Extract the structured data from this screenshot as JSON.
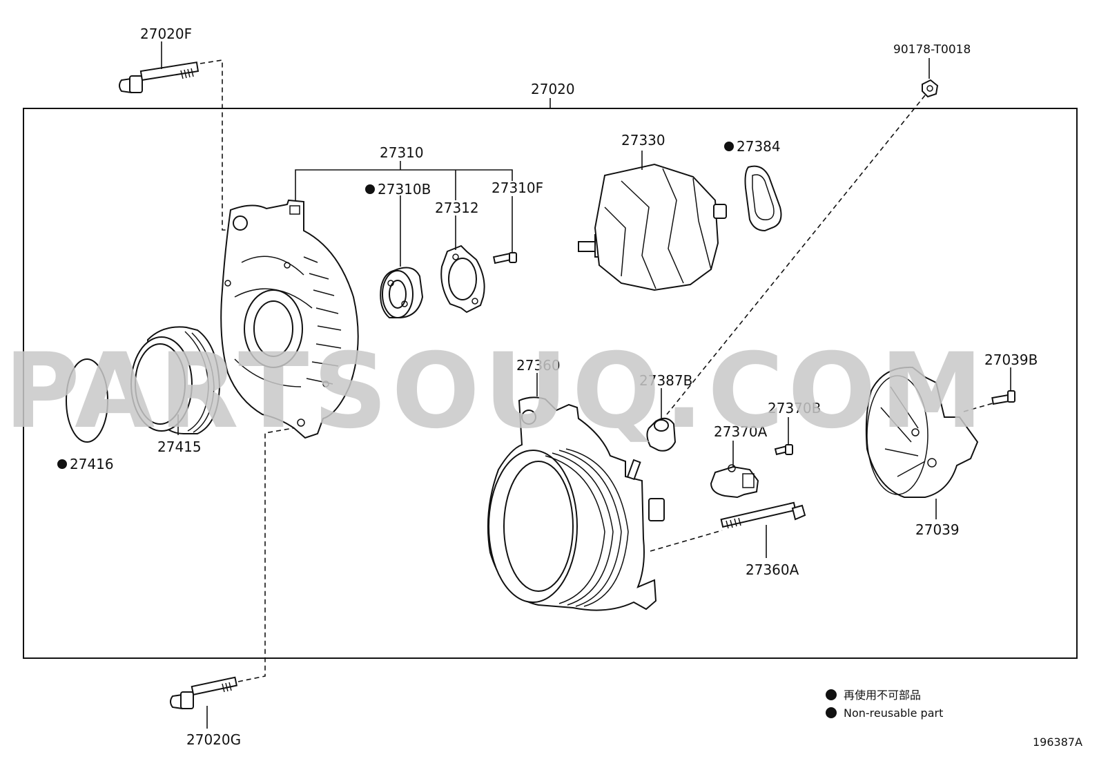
{
  "assembly": {
    "number": "27020"
  },
  "parts": {
    "p27020F": "27020F",
    "p27020G": "27020G",
    "p90178": "90178-T0018",
    "p27310": "27310",
    "p27310B": "27310B",
    "p27310F": "27310F",
    "p27312": "27312",
    "p27330": "27330",
    "p27384": "27384",
    "p27416": "27416",
    "p27415": "27415",
    "p27360": "27360",
    "p27387B": "27387B",
    "p27370B": "27370B",
    "p27370A": "27370A",
    "p27039B": "27039B",
    "p27039": "27039",
    "p27360A": "27360A"
  },
  "legend": {
    "japanese": "再使用不可部品",
    "english": "Non-reusable part"
  },
  "figure_id": "196387A",
  "watermark": {
    "text": "PARTSOUQ.COM",
    "color": "#c8c8c8"
  },
  "colors": {
    "line": "#111111",
    "background": "#ffffff"
  }
}
